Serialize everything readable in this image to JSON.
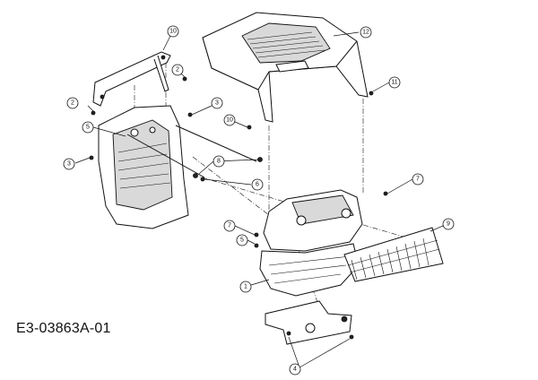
{
  "diagram": {
    "code": "E3-03863A-01",
    "callouts": [
      {
        "id": "c1",
        "label": "1"
      },
      {
        "id": "c2a",
        "label": "2"
      },
      {
        "id": "c2b",
        "label": "2"
      },
      {
        "id": "c3a",
        "label": "3"
      },
      {
        "id": "c3b",
        "label": "3"
      },
      {
        "id": "c4",
        "label": "4"
      },
      {
        "id": "c5a",
        "label": "5"
      },
      {
        "id": "c5b",
        "label": "5"
      },
      {
        "id": "c6",
        "label": "6"
      },
      {
        "id": "c7a",
        "label": "7"
      },
      {
        "id": "c7b",
        "label": "7"
      },
      {
        "id": "c8",
        "label": "8"
      },
      {
        "id": "c9",
        "label": "9"
      },
      {
        "id": "c10a",
        "label": "10"
      },
      {
        "id": "c10b",
        "label": "10"
      },
      {
        "id": "c11",
        "label": "11"
      },
      {
        "id": "c12",
        "label": "12"
      }
    ]
  }
}
